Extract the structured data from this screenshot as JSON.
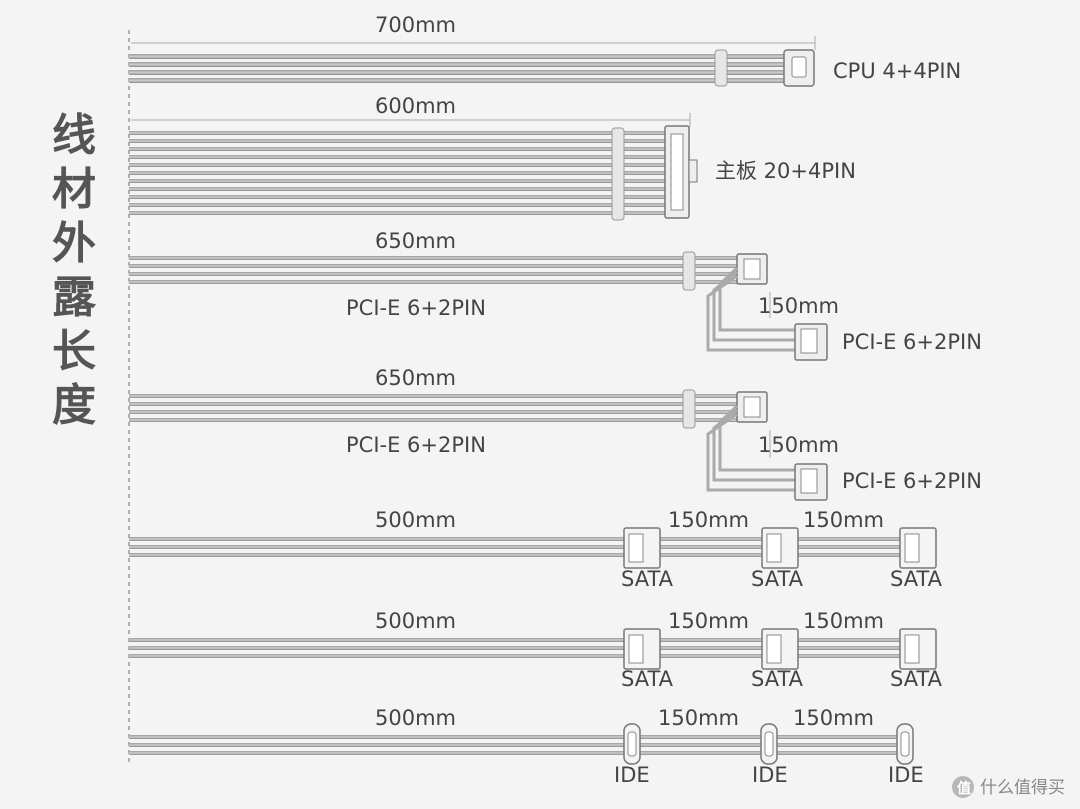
{
  "side_title": [
    "线",
    "材",
    "外",
    "露",
    "长",
    "度"
  ],
  "cables": [
    {
      "id": "cpu",
      "length": "700mm",
      "connector": "CPU 4+4PIN"
    },
    {
      "id": "mb",
      "length": "600mm",
      "connector": "主板 20+4PIN"
    },
    {
      "id": "pcie1",
      "length": "650mm",
      "connector": "PCI-E 6+2PIN",
      "ext_length": "150mm",
      "ext_connector": "PCI-E 6+2PIN"
    },
    {
      "id": "pcie2",
      "length": "650mm",
      "connector": "PCI-E 6+2PIN",
      "ext_length": "150mm",
      "ext_connector": "PCI-E 6+2PIN"
    },
    {
      "id": "sata1",
      "length": "500mm",
      "seg": [
        "150mm",
        "150mm"
      ],
      "plug": [
        "SATA",
        "SATA",
        "SATA"
      ]
    },
    {
      "id": "sata2",
      "length": "500mm",
      "seg": [
        "150mm",
        "150mm"
      ],
      "plug": [
        "SATA",
        "SATA",
        "SATA"
      ]
    },
    {
      "id": "ide",
      "length": "500mm",
      "seg": [
        "150mm",
        "150mm"
      ],
      "plug": [
        "IDE",
        "IDE",
        "IDE"
      ]
    }
  ],
  "watermark": {
    "icon": "zhi-icon",
    "text": "什么值得买"
  }
}
